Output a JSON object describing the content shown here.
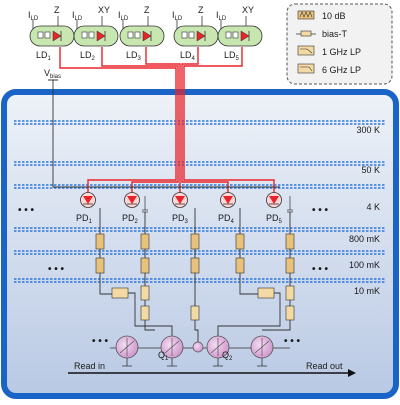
{
  "lasers": [
    {
      "label": "LD",
      "sub": "1",
      "current": "I",
      "current_sub": "LD",
      "polarity": "Z"
    },
    {
      "label": "LD",
      "sub": "2",
      "current": "I",
      "current_sub": "LD",
      "polarity": "XY"
    },
    {
      "label": "LD",
      "sub": "3",
      "current": "I",
      "current_sub": "LD",
      "polarity": "Z"
    },
    {
      "label": "LD",
      "sub": "4",
      "current": "I",
      "current_sub": "LD",
      "polarity": "Z"
    },
    {
      "label": "LD",
      "sub": "5",
      "current": "I",
      "current_sub": "LD",
      "polarity": "XY"
    }
  ],
  "legend": [
    {
      "key": "attenuator",
      "label": "10 dB"
    },
    {
      "key": "bias_tee",
      "label": "bias-T"
    },
    {
      "key": "lp1",
      "label": "1 GHz LP"
    },
    {
      "key": "lp6",
      "label": "6 GHz LP"
    }
  ],
  "vbias": {
    "label": "V",
    "sub": "bias"
  },
  "stages": [
    "300 K",
    "50 K",
    "4 K",
    "800 mK",
    "100 mK",
    "10 mK"
  ],
  "photodiodes": [
    {
      "label": "PD",
      "sub": "1"
    },
    {
      "label": "PD",
      "sub": "2"
    },
    {
      "label": "PD",
      "sub": "3"
    },
    {
      "label": "PD",
      "sub": "4"
    },
    {
      "label": "PD",
      "sub": "5"
    }
  ],
  "qubits": [
    {
      "label": "Q",
      "sub": "1"
    },
    {
      "label": "Q",
      "sub": "2"
    }
  ],
  "ellipsis": "• • •",
  "readin": "Read in",
  "readout": "Read out",
  "colors": {
    "fridge_border": "#1a63c7",
    "fridge_fill_top": "#eef2f8",
    "fridge_fill_bottom": "#b9c9e4",
    "fiber": "#e8232a",
    "laser_fill": "#c8e6b0",
    "attenuator": "#e8c27a",
    "filter": "#f3d9a4",
    "qubit": "#d9a6d8"
  }
}
